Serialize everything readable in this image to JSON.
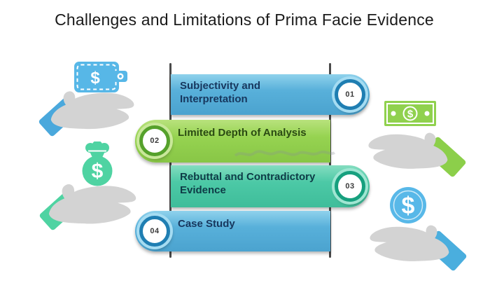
{
  "title": "Challenges and Limitations of Prima Facie Evidence",
  "items": [
    {
      "number": "01",
      "label": "Subjectivity and Interpretation",
      "color_light": "#8fd2ec",
      "color": "#58b0da",
      "color_dark": "#4ba3cf",
      "ring": "#1f7eb2",
      "glow": "#a5dcf2",
      "text_color": "#17375e"
    },
    {
      "number": "02",
      "label": "Limited Depth of Analysis",
      "color_light": "#b9e27d",
      "color": "#96d351",
      "color_dark": "#88c646",
      "ring": "#55a12b",
      "glow": "#c9e89a",
      "text_color": "#2a4a12"
    },
    {
      "number": "03",
      "label": "Rebuttal and Contradictory Evidence",
      "color_light": "#84ddc0",
      "color": "#4cc9a6",
      "color_dark": "#3fbd9a",
      "ring": "#16a07e",
      "glow": "#9fe6d2",
      "text_color": "#0e3b46"
    },
    {
      "number": "04",
      "label": "Case Study",
      "color_light": "#8fd2ec",
      "color": "#58b0da",
      "color_dark": "#4ba3cf",
      "ring": "#1f7eb2",
      "glow": "#a5dcf2",
      "text_color": "#17375e"
    }
  ],
  "icons": {
    "dollar": "$",
    "left_top": "wallet-in-hand-icon",
    "left_bottom": "money-bag-in-hand-icon",
    "right_top": "dollar-bill-in-hand-icon",
    "right_bottom": "dollar-coin-in-hand-icon"
  },
  "colors": {
    "background": "#ffffff",
    "title_text": "#1a1a1a",
    "spine": "#4a4a4a",
    "hand_gray": "#d3d3d3",
    "wallet_blue": "#57b7e7",
    "bag_green": "#4fd3a2",
    "bill_green": "#90d14e",
    "coin_blue": "#58b8e8",
    "sleeve_tl": "#4aa8dc",
    "sleeve_bl": "#4fd3a2",
    "sleeve_tr": "#8ccf4a",
    "sleeve_br": "#4aaede",
    "number_text": "#3b3b3b",
    "watermark": "#8a9096"
  }
}
